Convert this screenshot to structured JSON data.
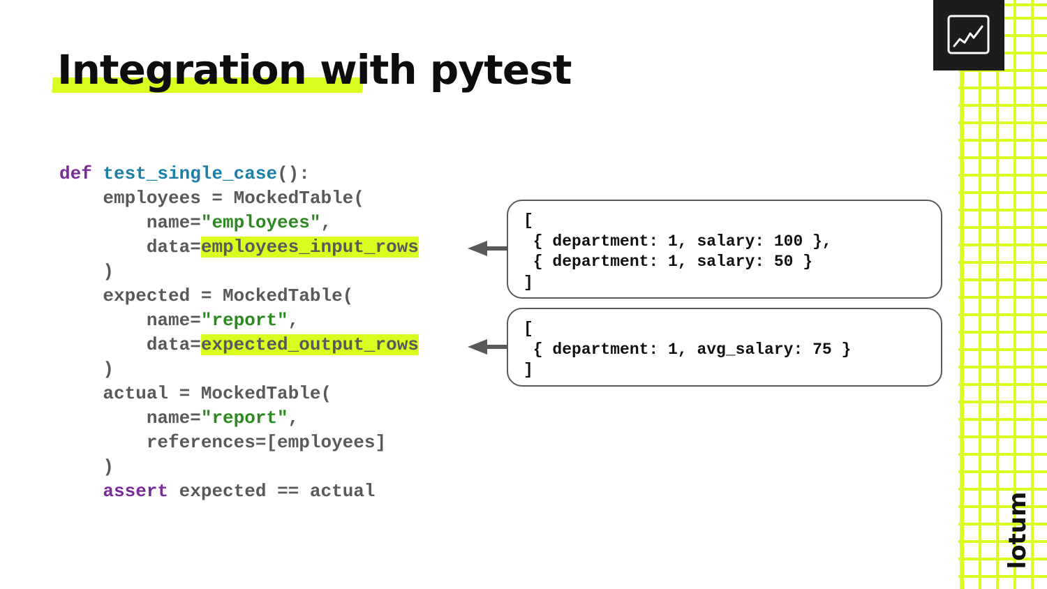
{
  "title": "Integration with pytest",
  "brand": {
    "name": "lotum",
    "badge_icon": "line-chart-icon"
  },
  "code": {
    "line1": {
      "kw": "def",
      "fn": "test_single_case",
      "rest": "():"
    },
    "line2": "    employees = MockedTable(",
    "line3": {
      "prefix": "        name=",
      "str": "\"employees\"",
      "suffix": ","
    },
    "line4": {
      "prefix": "        data=",
      "hl": "employees_input_rows"
    },
    "line5": "    )",
    "line6": "    expected = MockedTable(",
    "line7": {
      "prefix": "        name=",
      "str": "\"report\"",
      "suffix": ","
    },
    "line8": {
      "prefix": "        data=",
      "hl": "expected_output_rows"
    },
    "line9": "    )",
    "line10": "    actual = MockedTable(",
    "line11": {
      "prefix": "        name=",
      "str": "\"report\"",
      "suffix": ","
    },
    "line12": "        references=[employees]",
    "line13": "    )",
    "line14": {
      "indent": "    ",
      "kw": "assert",
      "rest": " expected == actual"
    }
  },
  "input_box": {
    "lines": [
      "[",
      " { department: 1, salary: 100 },",
      " { department: 1, salary: 50 }",
      "]"
    ]
  },
  "output_box": {
    "lines": [
      "[",
      " { department: 1, avg_salary: 75 }",
      "]"
    ]
  },
  "colors": {
    "accent": "#d8ff1f",
    "keyword": "#7b2a9b",
    "function": "#1b7fa8",
    "string": "#2a8a1e",
    "code_text": "#595959"
  }
}
